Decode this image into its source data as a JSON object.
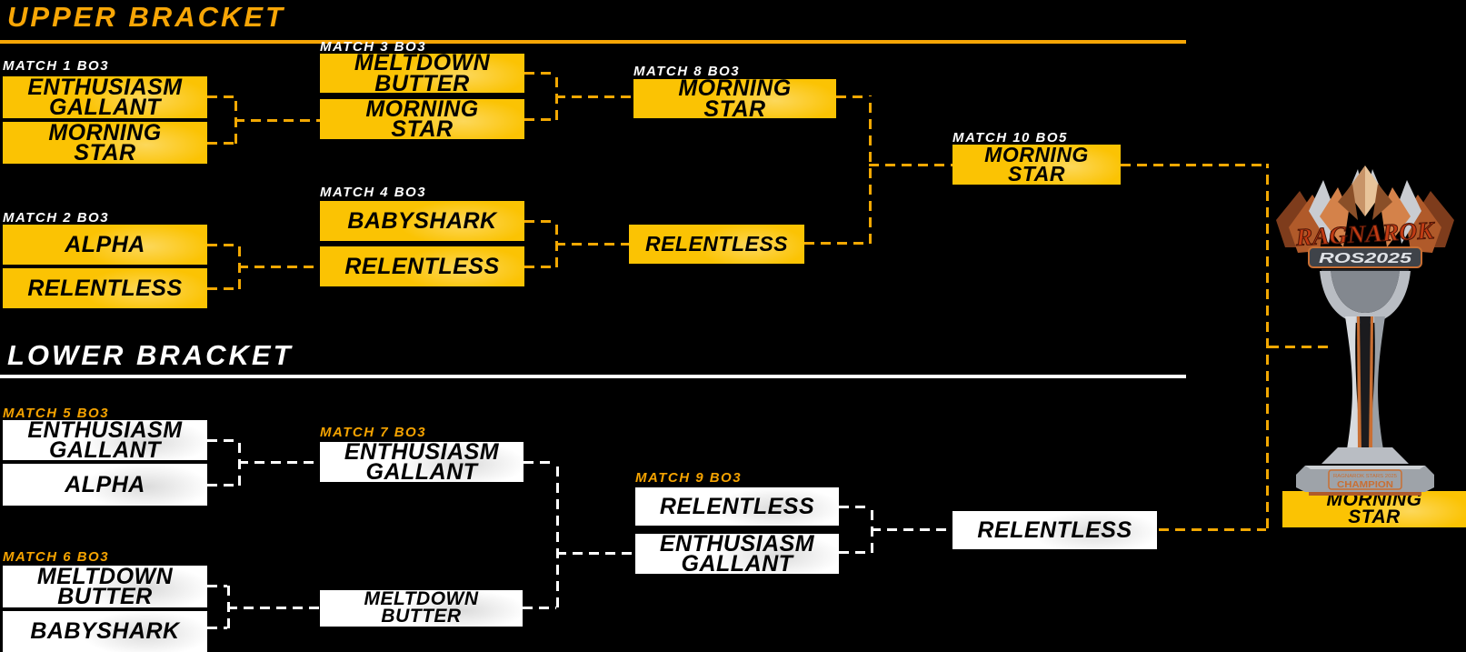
{
  "page": {
    "background": "#000000"
  },
  "colors": {
    "box_gold": "#FBC303",
    "accent_yellow": "#F2A802",
    "label_orange": "#F5A300",
    "white": "#FFFFFF"
  },
  "upper_bracket": {
    "title": "UPPER BRACKET",
    "matches": [
      {
        "label": "MATCH 1 BO3",
        "slots": [
          "ENTHUSIASM\nGALLANT",
          "MORNING\nSTAR"
        ]
      },
      {
        "label": "MATCH 2 BO3",
        "slots": [
          "ALPHA",
          "RELENTLESS"
        ]
      },
      {
        "label": "MATCH 3 BO3",
        "slots": [
          "MELTDOWN\nBUTTER",
          "MORNING\nSTAR"
        ]
      },
      {
        "label": "MATCH 4 BO3",
        "slots": [
          "BABYSHARK",
          "RELENTLESS"
        ]
      },
      {
        "label": "MATCH 8 BO3",
        "slots": [
          "MORNING\nSTAR",
          "RELENTLESS"
        ]
      },
      {
        "label": "MATCH 10 BO5",
        "slots": [
          "MORNING\nSTAR"
        ]
      }
    ]
  },
  "lower_bracket": {
    "title": "LOWER BRACKET",
    "matches": [
      {
        "label": "MATCH 5 BO3",
        "slots": [
          "ENTHUSIASM\nGALLANT",
          "ALPHA"
        ]
      },
      {
        "label": "MATCH 6 BO3",
        "slots": [
          "MELTDOWN\nBUTTER",
          "BABYSHARK"
        ]
      },
      {
        "label": "MATCH 7 BO3",
        "slots": [
          "ENTHUSIASM\nGALLANT",
          "MELTDOWN\nBUTTER"
        ]
      },
      {
        "label": "MATCH 9 BO3",
        "slots": [
          "RELENTLESS",
          "ENTHUSIASM\nGALLANT"
        ]
      }
    ],
    "final_team": "RELENTLESS"
  },
  "champion": {
    "team": "MORNING\nSTAR"
  },
  "trophy": {
    "logo": "RAGNAROK",
    "series": "ROS2025",
    "subtitle": "RAGNAROK MASTER STARS",
    "plaque_title": "RAGNAROK STARS 2025",
    "plaque_champion": "CHAMPION"
  }
}
